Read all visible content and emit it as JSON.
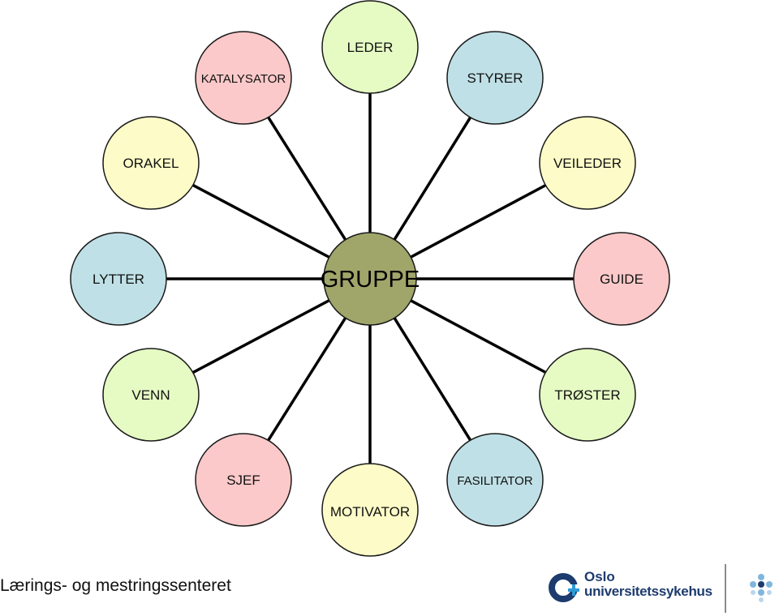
{
  "center": {
    "label": "GRUPPE",
    "color": "#a0a56a"
  },
  "nodes": [
    {
      "label": "LEDER",
      "color": "#e5fbc3"
    },
    {
      "label": "STYRER",
      "color": "#bfe0e6"
    },
    {
      "label": "VEILEDER",
      "color": "#fdfcc8"
    },
    {
      "label": "GUIDE",
      "color": "#fbc9c9"
    },
    {
      "label": "TRØSTER",
      "color": "#e5fbc3"
    },
    {
      "label": "FASILITATOR",
      "color": "#bfe0e6"
    },
    {
      "label": "MOTIVATOR",
      "color": "#fdfcc8"
    },
    {
      "label": "SJEF",
      "color": "#fbc9c9"
    },
    {
      "label": "VENN",
      "color": "#e5fbc3"
    },
    {
      "label": "LYTTER",
      "color": "#bfe0e6"
    },
    {
      "label": "ORAKEL",
      "color": "#fdfcc8"
    },
    {
      "label": "KATALYSATOR",
      "color": "#fbc9c9"
    }
  ],
  "footer": {
    "text": "Lærings- og mestringssenteret",
    "logo_line1": "Oslo",
    "logo_line2": "universitetssykehus",
    "logo_color": "#1d3b6e",
    "accent_color": "#2e9bd6"
  }
}
